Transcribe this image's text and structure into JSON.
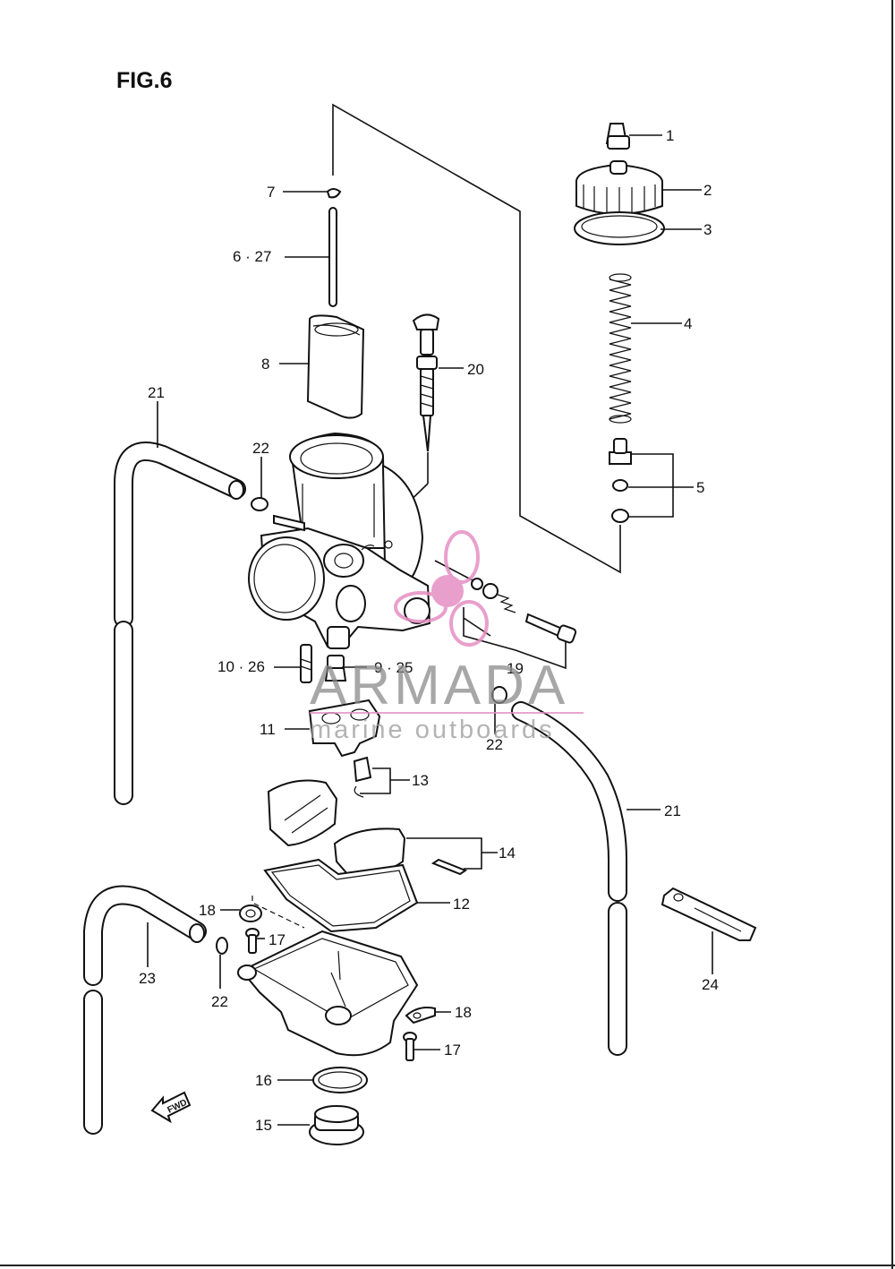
{
  "figure": {
    "title": "FIG.6"
  },
  "watermark": {
    "brand": "ARMADA",
    "tagline": "marine outboards",
    "accent_color": "#e68fc3"
  },
  "fwd_marker": {
    "text": "FWD"
  },
  "callouts": {
    "c1": "1",
    "c2": "2",
    "c3": "3",
    "c4": "4",
    "c5": "5",
    "c6": "6 · 27",
    "c7": "7",
    "c8": "8",
    "c9": "9 · 25",
    "c10": "10 · 26",
    "c11": "11",
    "c12": "12",
    "c13": "13",
    "c14": "14",
    "c15": "15",
    "c16": "16",
    "c17a": "17",
    "c17b": "17",
    "c18a": "18",
    "c18b": "18",
    "c19": "19",
    "c20": "20",
    "c21a": "21",
    "c21b": "21",
    "c22a": "22",
    "c22b": "22",
    "c22c": "22",
    "c23": "23",
    "c24": "24"
  }
}
